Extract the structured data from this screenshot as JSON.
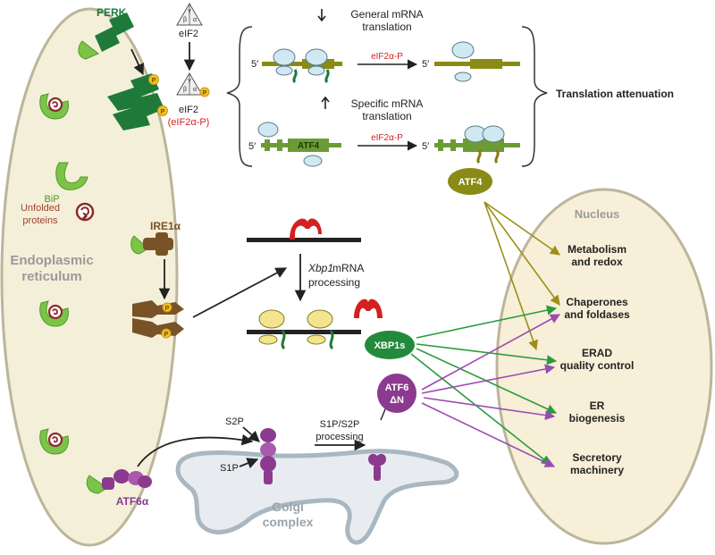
{
  "labels": {
    "perk": "PERK",
    "eif2_top": "eIF2",
    "eif2_bottom": "eIF2",
    "eif2a_p": "(eIF2α-P)",
    "greek_beta": "β",
    "greek_gamma": "γ",
    "greek_alpha": "α",
    "p": "P",
    "general_1": "General mRNA",
    "general_2": "translation",
    "specific_1": "Specific mRNA",
    "specific_2": "translation",
    "five_prime": "5′",
    "eif2ap_arrow": "eIF2α-P",
    "atf4_mrna": "ATF4",
    "translation_attenuation": "Translation attenuation",
    "atf4_badge": "ATF4",
    "bip": "BiP",
    "unfolded_1": "Unfolded",
    "unfolded_2": "proteins",
    "ire1a": "IRE1α",
    "er_1": "Endoplasmic",
    "er_2": "reticulum",
    "xbp1_mrna": "Xbp1",
    "mrna_word": " mRNA",
    "processing": "processing",
    "xbp1s": "XBP1s",
    "s2p": "S2P",
    "s1p": "S1P",
    "s1p_s2p": "S1P/S2P",
    "s1p_s2p_2": "processing",
    "atf6dn_1": "ATF6",
    "atf6dn_2": "ΔN",
    "atf6a": "ATF6α",
    "golgi_1": "Golgi",
    "golgi_2": "complex",
    "nucleus": "Nucleus",
    "targets": [
      {
        "line1": "Metabolism",
        "line2": "and redox"
      },
      {
        "line1": "Chaperones",
        "line2": "and foldases"
      },
      {
        "line1": "ERAD",
        "line2": "quality control"
      },
      {
        "line1": "ER",
        "line2": "biogenesis"
      },
      {
        "line1": "Secretory",
        "line2": "machinery"
      }
    ]
  },
  "colors": {
    "er_fill": "#f4efd9",
    "nucleus_fill": "#f7efd8",
    "golgi_fill": "#e8ecf0",
    "bip_green": "#7cc447",
    "perk_green": "#1f7a3a",
    "ire1_brown": "#7a5228",
    "atf6_purple": "#8b3a8f",
    "atf4_olive": "#8a8a17",
    "xbp1_green": "#228b3b",
    "phospho_yellow": "#f2c21b",
    "red": "#d42020",
    "ribosome": "#cfe8f2",
    "ribosome_yellow": "#f3e48f",
    "arrow_olive": "#9a9018",
    "arrow_green": "#2a9b3c",
    "arrow_purple": "#9b4bb3"
  }
}
